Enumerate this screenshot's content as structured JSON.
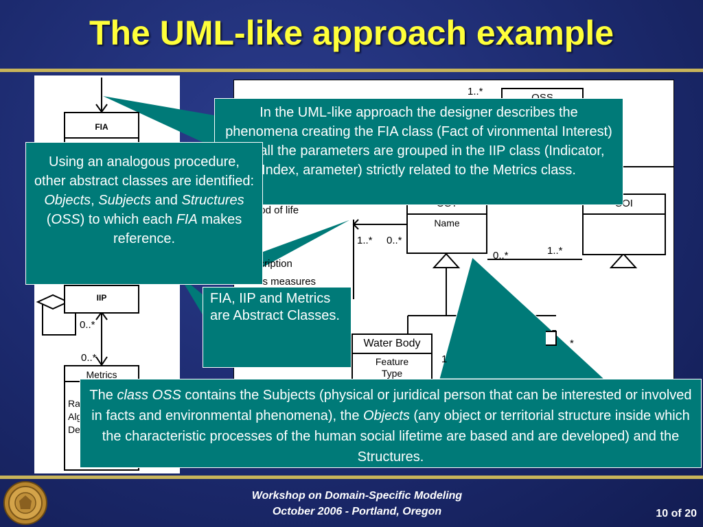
{
  "slide": {
    "title": "The UML-like approach example",
    "footer_line1": "Workshop on Domain-Specific Modeling",
    "footer_line2": "October 2006 - Portland, Oregon",
    "page_number": "10 of 20"
  },
  "diagram": {
    "fia": "FIA",
    "iip": "IIP",
    "metrics": "Metrics",
    "metrics_attr1": "Ra",
    "metrics_attr2": "Alg",
    "metrics_attr3": "De",
    "mult_iip_self": "0..*",
    "mult_iip_metrics": "0..*",
    "oss": "OSS",
    "ost": "OST",
    "ost_attr": "Name",
    "soi": "SOI",
    "mult_top": "1..*",
    "mult_a": "1..*",
    "mult_b": "0..*",
    "mult_c": "0..*",
    "mult_d": "1..*",
    "mult_e": "*",
    "mult_f": "1",
    "period": "riod of life",
    "desc": "scription",
    "status": "tus measures",
    "water_body": "Water Body",
    "feature": "Feature",
    "type": "Type"
  },
  "callouts": {
    "top": "In the UML-like approach the designer describes the phenomena creating the FIA class (Fact of vironmental Interest) and all the parameters are grouped in the IIP class (Indicator, Index, arameter) strictly related to the Metrics class.",
    "left_1": "Using an analogous procedure, other abstract classes are identified:",
    "left_objects": "Objects",
    "left_comma": ", ",
    "left_subjects": "Subjects",
    "left_and": " and",
    "left_structures": "Structures",
    "left_paren_open": " (",
    "left_oss": "OSS",
    "left_2": ") to which each ",
    "left_fia": "FIA",
    "left_3": " makes reference.",
    "middle": "FIA, IIP and Metrics are Abstract Classes.",
    "bottom_the": "The ",
    "bottom_class_oss": "class OSS",
    "bottom_1": " contains the Subjects (physical or juridical person that can be interested or involved in facts and environmental phenomena), the ",
    "bottom_objects": "Objects",
    "bottom_2": " (any object or territorial structure inside which the characteristic processes of the human social lifetime are based and are developed) and the Structures."
  },
  "colors": {
    "title": "#ffff3a",
    "callout": "#007a78",
    "rule": "#c8b45a"
  }
}
